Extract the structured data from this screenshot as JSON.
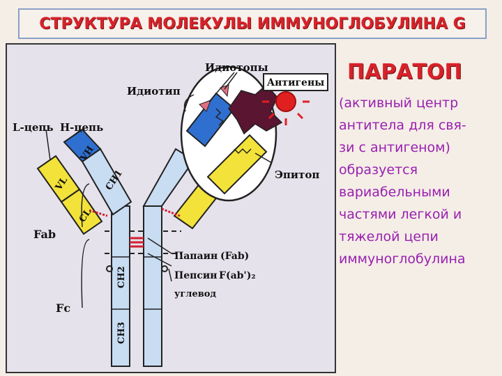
{
  "title": "СТРУКТУРА МОЛЕКУЛЫ ИММУНОГЛОБУЛИНА G",
  "heading": "ПАРАТОП",
  "description_lines": [
    "(активный центр",
    "антитела для свя-",
    "зи с антигеном)",
    "образуется",
    "вариабельными",
    "частями легкой и",
    "тяжелой цепи",
    "иммуноглобулина"
  ],
  "diagram": {
    "labels": {
      "idiotopes": "Идиотопы",
      "antigens": "Антигены",
      "idiotype": "Идиотип",
      "l_chain": "L-цепь",
      "h_chain": "H-цепь",
      "epitope": "Эпитоп",
      "fab": "Fab",
      "fc": "Fc",
      "papain": "Папаин",
      "papain_product": "(Fab)",
      "pepsin": "Пепсин",
      "pepsin_product": "F(ab')₂",
      "carbohydrate": "углевод"
    },
    "domains": {
      "vh": "VH",
      "vl": "VL",
      "ch1": "CH1",
      "cl": "CL",
      "ch2": "CH2",
      "ch3": "CH3"
    },
    "colors": {
      "heavy_variable": "#2f6fd0",
      "light_chain": "#f2e23a",
      "heavy_constant": "#c8dcf2",
      "disulfide": "#d02030",
      "antigen": "#5a1530",
      "antigen_sun": "#e02020",
      "title_red": "#d8222a",
      "description_purple": "#9a1fb0"
    }
  }
}
